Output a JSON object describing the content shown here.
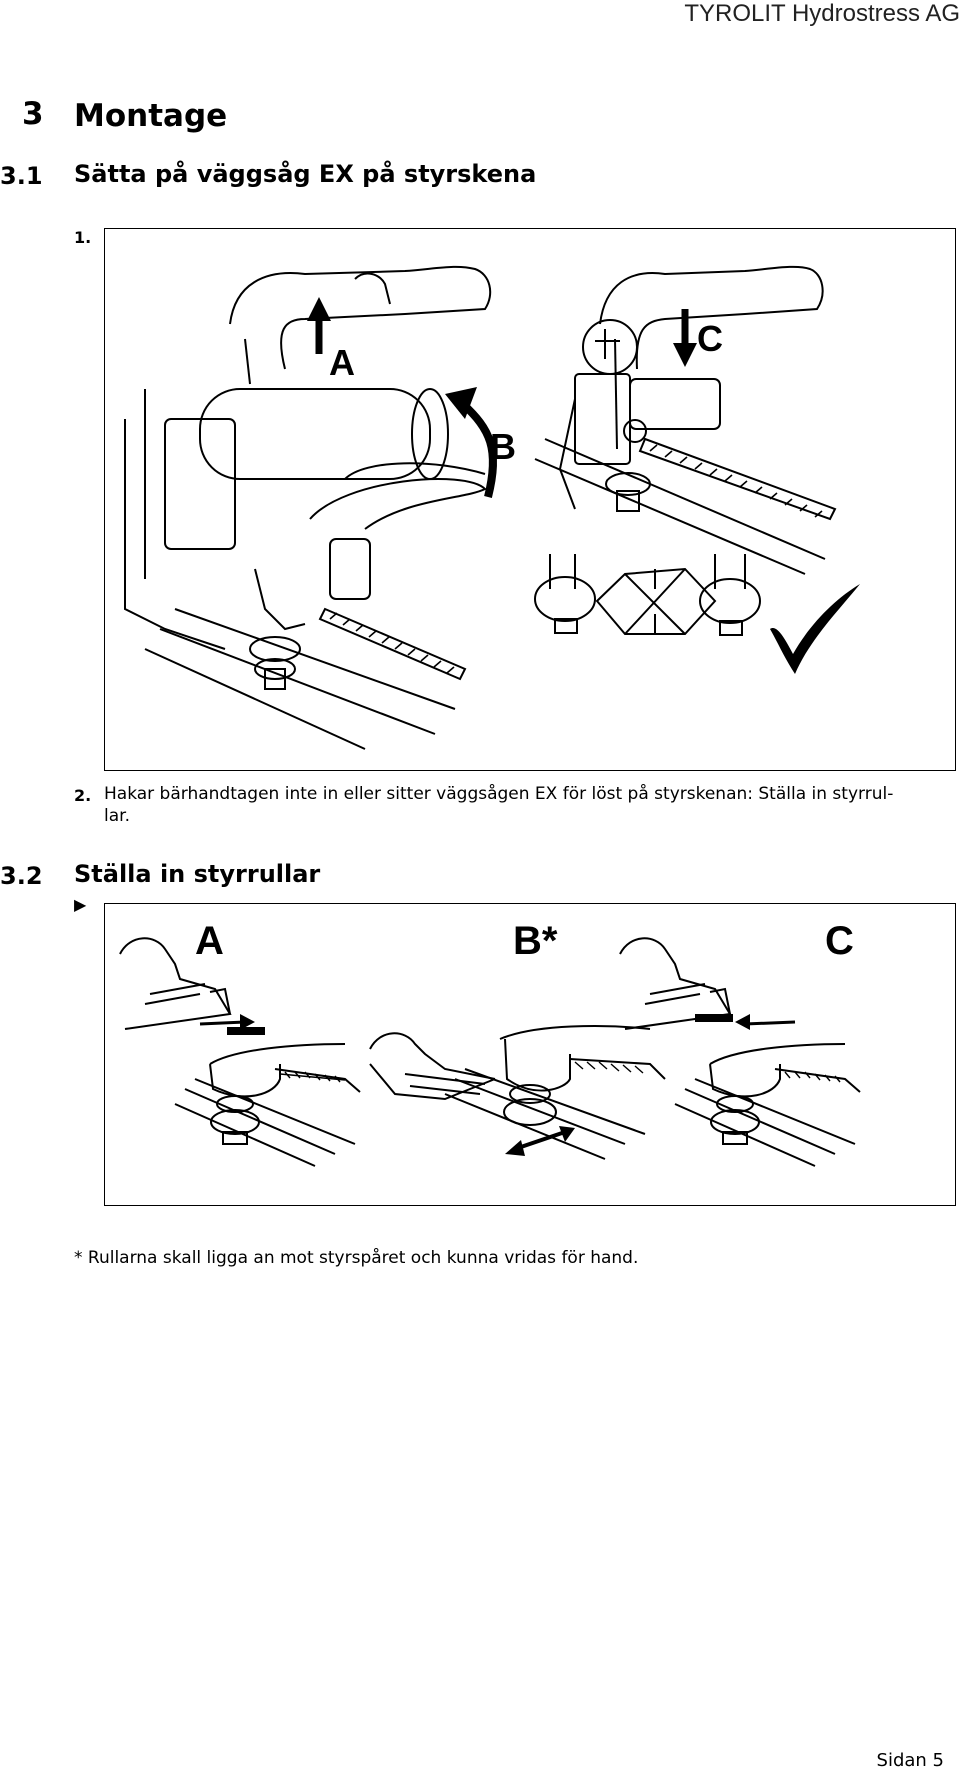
{
  "header": {
    "company": "TYROLIT Hydrostress AG"
  },
  "chapter": {
    "number": "3",
    "title": "Montage"
  },
  "section1": {
    "number": "3.1",
    "title": "Sätta på väggsåg EX på styrskena",
    "step1_label": "1.",
    "figure_labels": {
      "a": "A",
      "b": "B",
      "c": "C"
    },
    "step2_label": "2.",
    "step2_text": "Hakar bärhandtagen inte in eller sitter väggsågen EX för löst på styrskenan: Ställa in styrrul-",
    "step2_text_cont": "lar."
  },
  "section2": {
    "number": "3.2",
    "title": "Ställa in styrrullar",
    "bullet": "▶",
    "figure_labels": {
      "a": "A",
      "b": "B*",
      "c": "C"
    }
  },
  "footnote": "* Rullarna skall ligga an mot styrspåret och kunna vridas för hand.",
  "footer": {
    "page": "Sidan 5"
  }
}
